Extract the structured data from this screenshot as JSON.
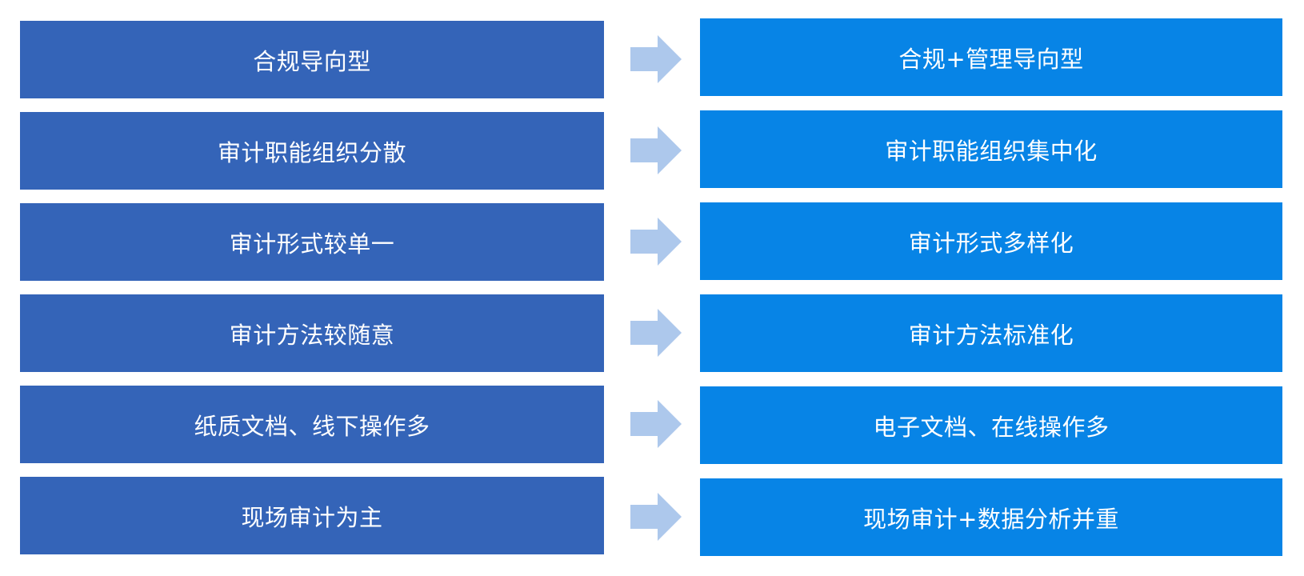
{
  "colors": {
    "left_box": "#3464b8",
    "right_box": "#0784e6",
    "arrow": "#adc8ec",
    "text": "#ffffff"
  },
  "rows": [
    {
      "left": "合规导向型",
      "right": "合规+管理导向型",
      "arrow_icon": "right-arrow-icon"
    },
    {
      "left": "审计职能组织分散",
      "right": "审计职能组织集中化",
      "arrow_icon": "right-arrow-icon"
    },
    {
      "left": "审计形式较单一",
      "right": "审计形式多样化",
      "arrow_icon": "right-arrow-icon"
    },
    {
      "left": "审计方法较随意",
      "right": "审计方法标准化",
      "arrow_icon": "right-arrow-icon"
    },
    {
      "left": "纸质文档、线下操作多",
      "right": "电子文档、在线操作多",
      "arrow_icon": "right-arrow-icon"
    },
    {
      "left": "现场审计为主",
      "right": "现场审计+数据分析并重",
      "arrow_icon": "right-arrow-icon"
    }
  ]
}
